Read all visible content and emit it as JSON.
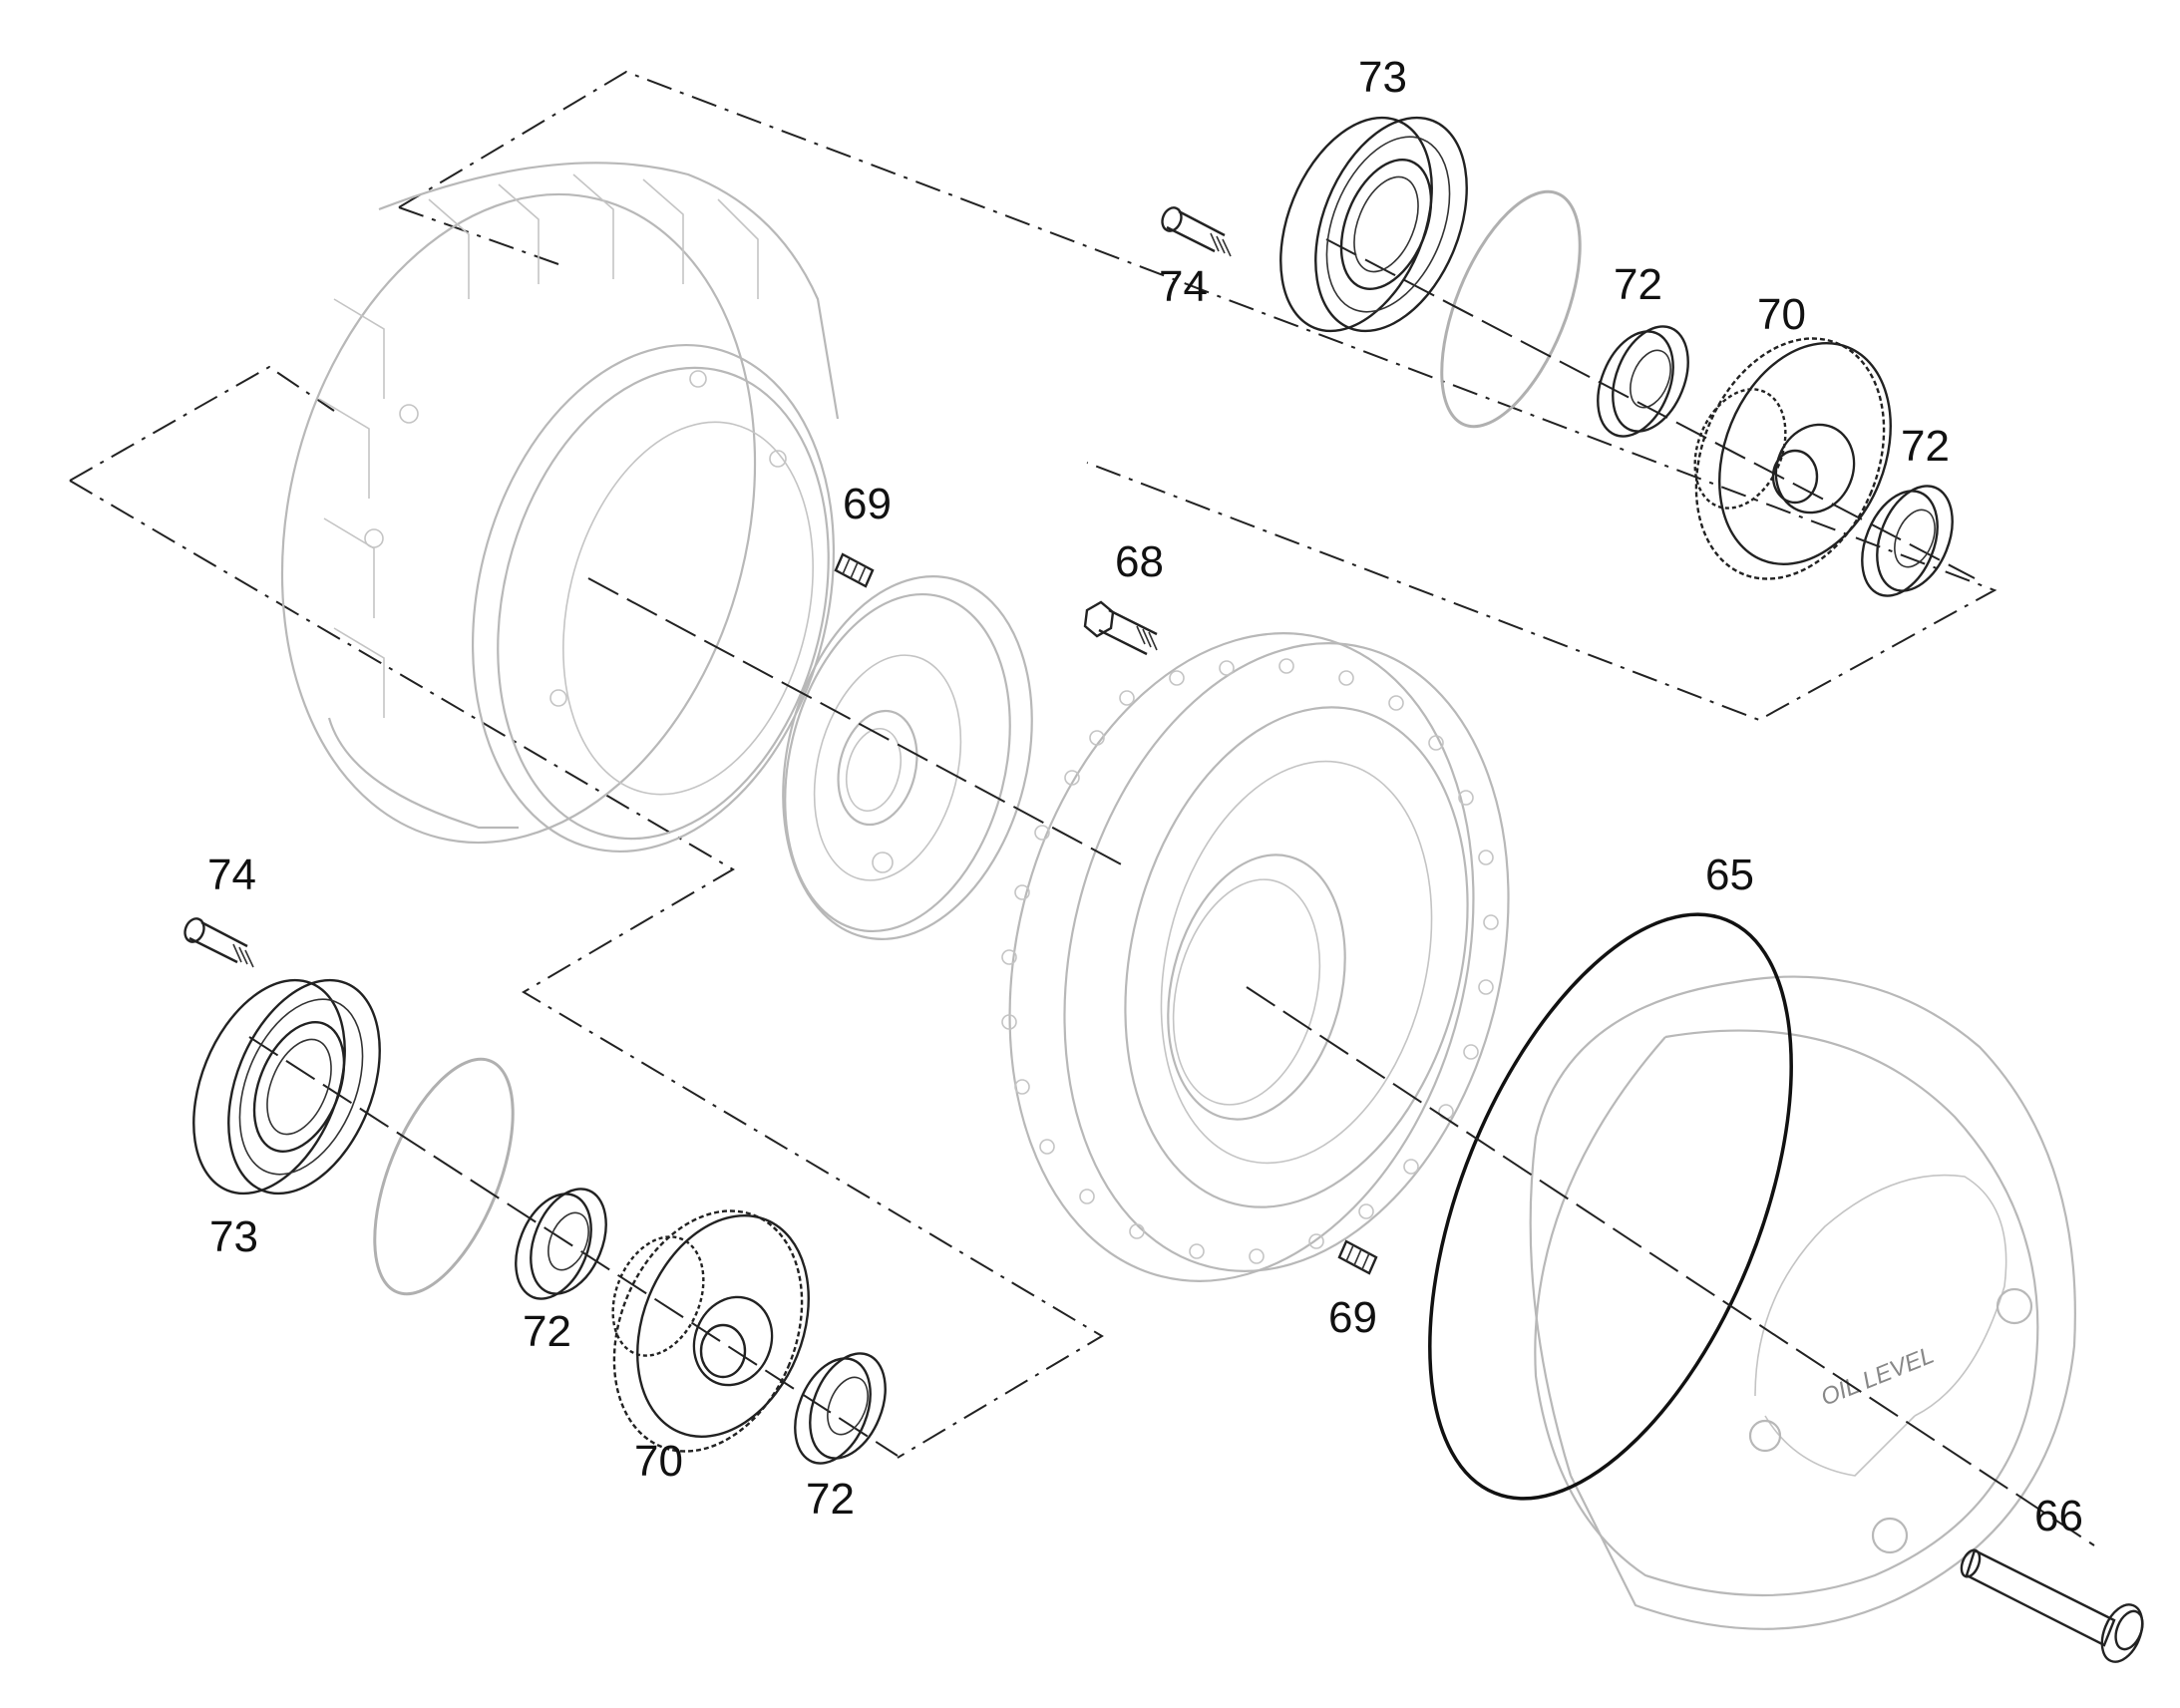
{
  "callouts": {
    "c65": "65",
    "c66": "66",
    "c68": "68",
    "c69_top": "69",
    "c69_bottom": "69",
    "c70_top": "70",
    "c70_bottom": "70",
    "c72_top_a": "72",
    "c72_top_b": "72",
    "c72_bottom_a": "72",
    "c72_bottom_b": "72",
    "c73_top": "73",
    "c73_bottom": "73",
    "c74_top": "74",
    "c74_bottom": "74"
  },
  "cover_label": "OIL LEVEL",
  "colors": {
    "highlighted_parts": "#222222",
    "context_parts": "#b8b8b8",
    "background": "#ffffff"
  }
}
